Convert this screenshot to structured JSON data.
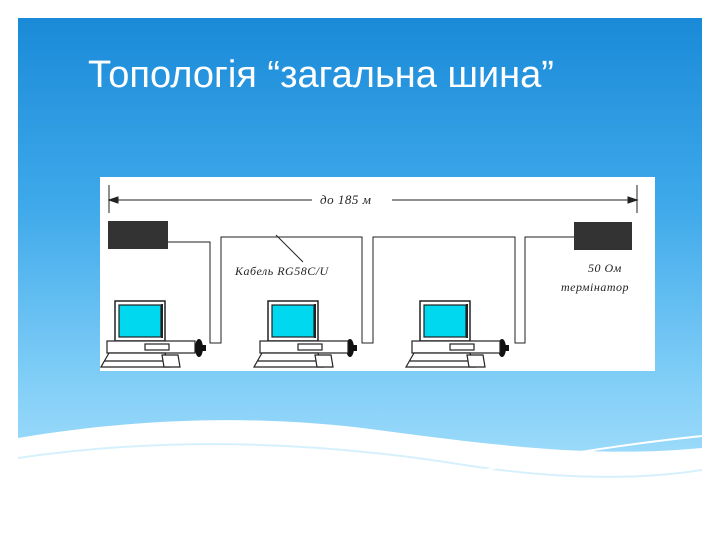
{
  "slide": {
    "title": "Топологія “загальна шина”"
  },
  "diagram": {
    "distance_label": "до 185 м",
    "cable_label": "Кабель RG58C/U",
    "terminator_ohms": "50 Ом",
    "terminator_label": "термінатор"
  },
  "colors": {
    "background_top": "#1a8ad8",
    "background_bottom": "#a9e0fb",
    "screen": "#00d8f0",
    "terminator": "#333333"
  }
}
